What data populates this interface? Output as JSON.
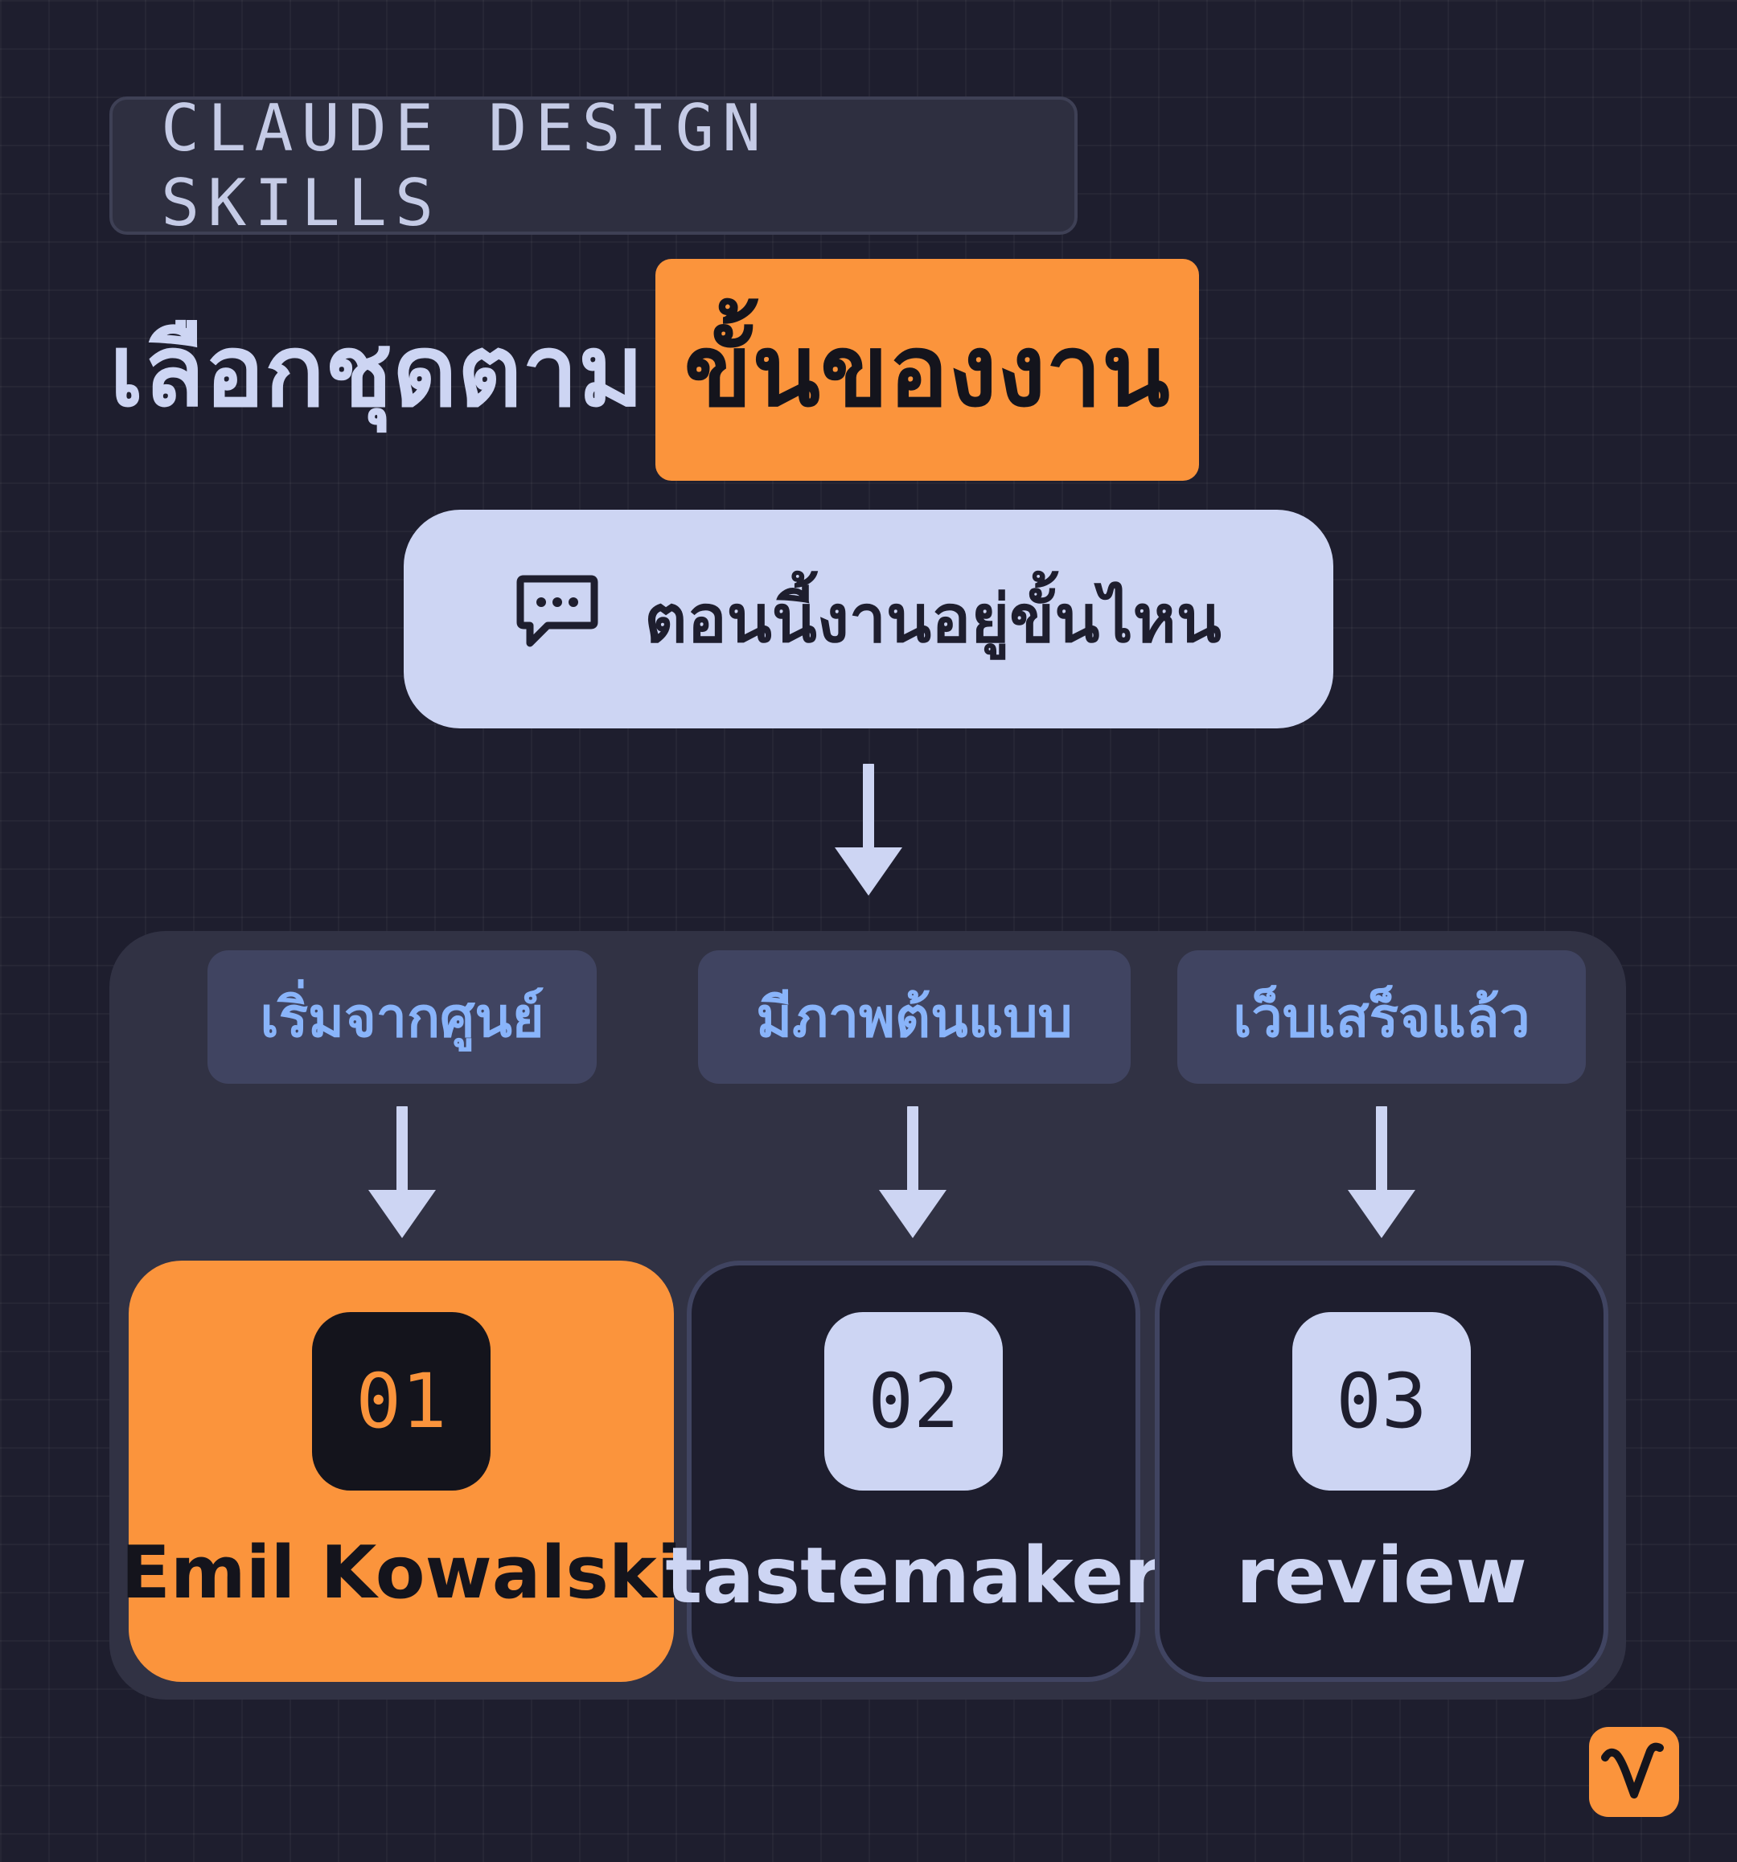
{
  "tag": "CLAUDE DESIGN SKILLS",
  "headline": {
    "plain": "เลือกชุดตาม",
    "highlight": "ขั้นของงาน"
  },
  "question": {
    "icon": "chat-bubble-icon",
    "text": "ตอนนี้งานอยู่ขั้นไหน"
  },
  "stages": [
    {
      "label": "เริ่มจากศูนย์",
      "number": "01",
      "name": "Emil Kowalski",
      "active": true
    },
    {
      "label": "มีภาพต้นแบบ",
      "number": "02",
      "name": "tastemaker",
      "active": false
    },
    {
      "label": "เว็บเสร็จแล้ว",
      "number": "03",
      "name": "review",
      "active": false
    }
  ],
  "logo": {
    "icon": "v-logo-icon"
  },
  "colors": {
    "background": "#1e1e2e",
    "accent": "#fb943c",
    "light": "#cdd5f3",
    "panel": "#313244",
    "label_text": "#89b4fa"
  }
}
